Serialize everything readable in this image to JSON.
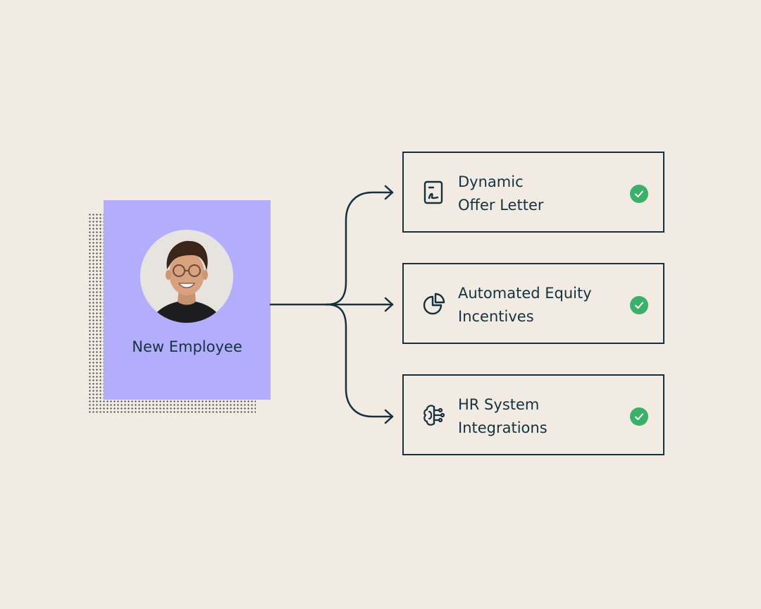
{
  "employee": {
    "label": "New Employee"
  },
  "features": [
    {
      "line1": "Dynamic",
      "line2": "Offer Letter",
      "icon": "document-icon",
      "status": "check"
    },
    {
      "line1": "Automated Equity",
      "line2": "Incentives",
      "icon": "pie-chart-icon",
      "status": "check"
    },
    {
      "line1": "HR System",
      "line2": "Integrations",
      "icon": "brain-circuit-icon",
      "status": "check"
    }
  ],
  "colors": {
    "background": "#f1ebe4",
    "card": "#b3adfd",
    "ink": "#15313d",
    "check": "#3bb068"
  }
}
